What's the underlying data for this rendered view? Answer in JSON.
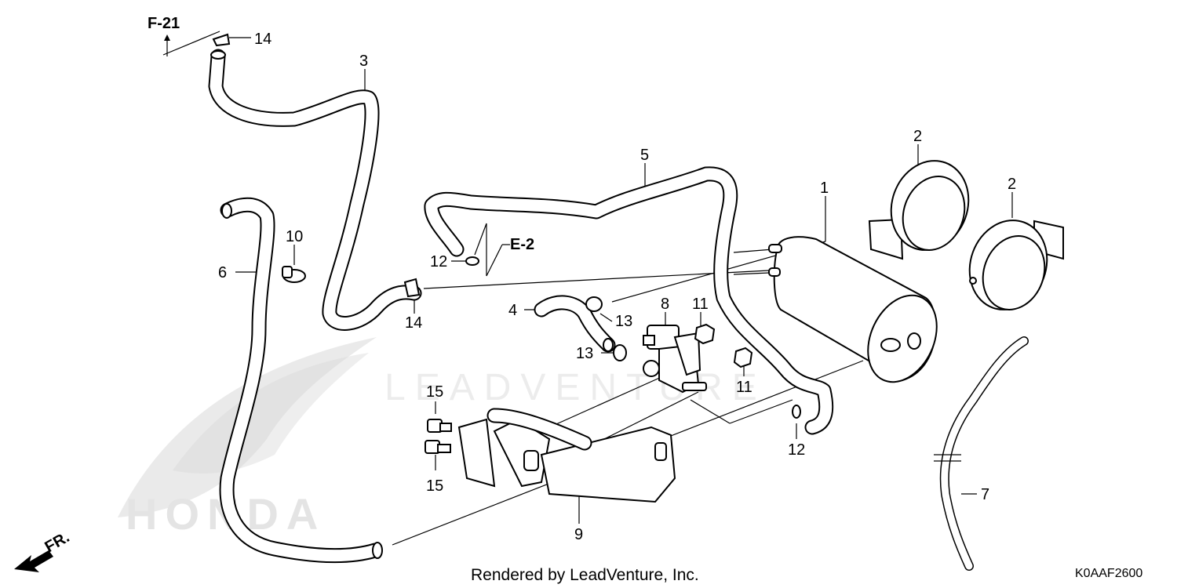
{
  "references": {
    "f21": "F-21",
    "e2": "E-2",
    "front": "FR."
  },
  "callouts": [
    {
      "id": "c1",
      "text": "1"
    },
    {
      "id": "c2a",
      "text": "2"
    },
    {
      "id": "c2b",
      "text": "2"
    },
    {
      "id": "c3",
      "text": "3"
    },
    {
      "id": "c4",
      "text": "4"
    },
    {
      "id": "c5",
      "text": "5"
    },
    {
      "id": "c6",
      "text": "6"
    },
    {
      "id": "c7",
      "text": "7"
    },
    {
      "id": "c8",
      "text": "8"
    },
    {
      "id": "c9",
      "text": "9"
    },
    {
      "id": "c10",
      "text": "10"
    },
    {
      "id": "c11a",
      "text": "11"
    },
    {
      "id": "c11b",
      "text": "11"
    },
    {
      "id": "c12a",
      "text": "12"
    },
    {
      "id": "c12b",
      "text": "12"
    },
    {
      "id": "c13a",
      "text": "13"
    },
    {
      "id": "c13b",
      "text": "13"
    },
    {
      "id": "c14a",
      "text": "14"
    },
    {
      "id": "c14b",
      "text": "14"
    },
    {
      "id": "c15a",
      "text": "15"
    },
    {
      "id": "c15b",
      "text": "15"
    }
  ],
  "footer": {
    "credit": "Rendered by LeadVenture, Inc.",
    "diagram_code": "K0AAF2600"
  },
  "watermark": {
    "brand": "HONDA",
    "publisher": "LEADVENTURE"
  },
  "colors": {
    "line": "#000000",
    "watermark": "#d9d9d9",
    "background": "#ffffff"
  }
}
